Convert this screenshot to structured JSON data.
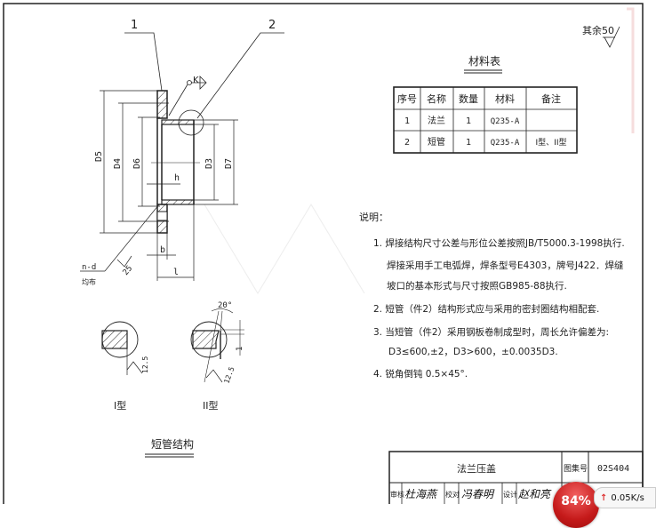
{
  "drawing": {
    "leaders": {
      "part1": "1",
      "part2": "2",
      "weld": "K"
    },
    "dimensions": {
      "D5": "D5",
      "D4": "D4",
      "D6": "D6",
      "D3": "D3",
      "D7": "D7",
      "h": "h",
      "b": "b",
      "l": "l"
    },
    "hole_note": "n-d",
    "hole_note_sub": "均布",
    "roughness_main": "25",
    "roughness_other": "其余50",
    "detail_i": {
      "label": "I型",
      "roughness": "12.5"
    },
    "detail_ii": {
      "label": "II型",
      "roughness": "12.5",
      "angle": "20°",
      "dim": "1"
    },
    "detail_title": "短管结构"
  },
  "materials": {
    "title": "材料表",
    "headers": [
      "序号",
      "名称",
      "数量",
      "材料",
      "备注"
    ],
    "rows": [
      [
        "1",
        "法兰",
        "1",
        "Q235-A",
        ""
      ],
      [
        "2",
        "短管",
        "1",
        "Q235-A",
        "I型、II型"
      ]
    ]
  },
  "notes": {
    "heading": "说明：",
    "lines": [
      "1. 焊接结构尺寸公差与形位公差按照JB/T5000.3-1998执行.",
      "焊接采用手工电弧焊，焊条型号E4303，牌号J422．焊缝",
      "坡口的基本形式与尺寸按照GB985-88执行.",
      "2. 短管（件2）结构形式应与采用的密封圈结构相配套.",
      "3. 当短管（件2）采用钢板卷制成型时，周长允许偏差为:",
      "D3≤600,±2，D3>600，±0.0035D3.",
      "4. 锐角倒钝 0.5×45°."
    ]
  },
  "title_block": {
    "title": "法兰压盖",
    "atlas_label": "图集号",
    "atlas_no": "02S404",
    "review_label": "审核",
    "review_sig": "杜海燕",
    "check_label": "校对",
    "check_sig": "冯春明",
    "design_label": "设计",
    "design_sig": "赵和亮"
  },
  "overlay": {
    "percent": "84%",
    "speed": "0.05K/s"
  }
}
